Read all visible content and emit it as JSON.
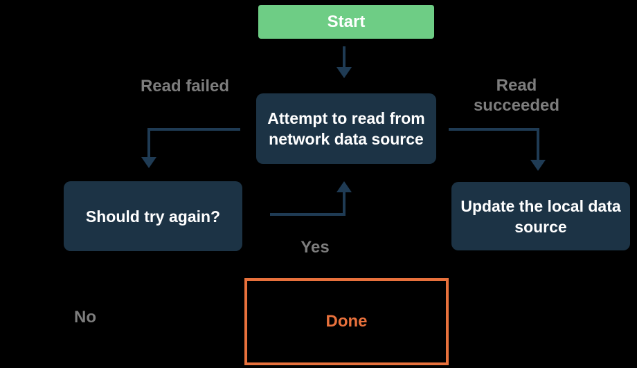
{
  "colors": {
    "background": "#000000",
    "start_fill": "#6ECD85",
    "node_fill": "#1C3345",
    "node_text": "#FFFFFF",
    "arrow": "#1F3B54",
    "edge_label": "#7D7D7D",
    "done_accent": "#E8713C"
  },
  "nodes": {
    "start": {
      "label": "Start",
      "type": "start"
    },
    "attempt": {
      "label": "Attempt to read from network data source",
      "type": "process"
    },
    "retry": {
      "label": "Should try again?",
      "type": "process"
    },
    "update": {
      "label": "Update the local data source",
      "type": "process"
    },
    "done": {
      "label": "Done",
      "type": "terminal"
    }
  },
  "edge_labels": {
    "read_failed": "Read failed",
    "read_succeeded": "Read succeeded",
    "yes": "Yes",
    "no": "No"
  }
}
